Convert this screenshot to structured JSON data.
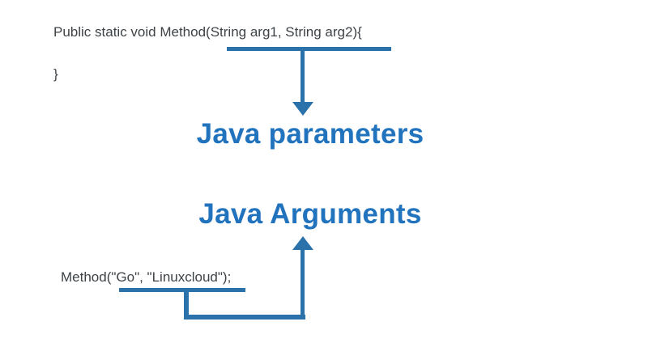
{
  "colors": {
    "background": "#ffffff",
    "accent": "#2b71aa",
    "heading": "#2273bd",
    "code": "#3e4347"
  },
  "declaration": {
    "line1": "Public static void Method(String arg1, String arg2){",
    "line2": "}"
  },
  "headings": {
    "parameters": "Java parameters",
    "arguments": "Java Arguments"
  },
  "call": {
    "line1": "Method(\"Go\", \"Linuxcloud\");"
  }
}
